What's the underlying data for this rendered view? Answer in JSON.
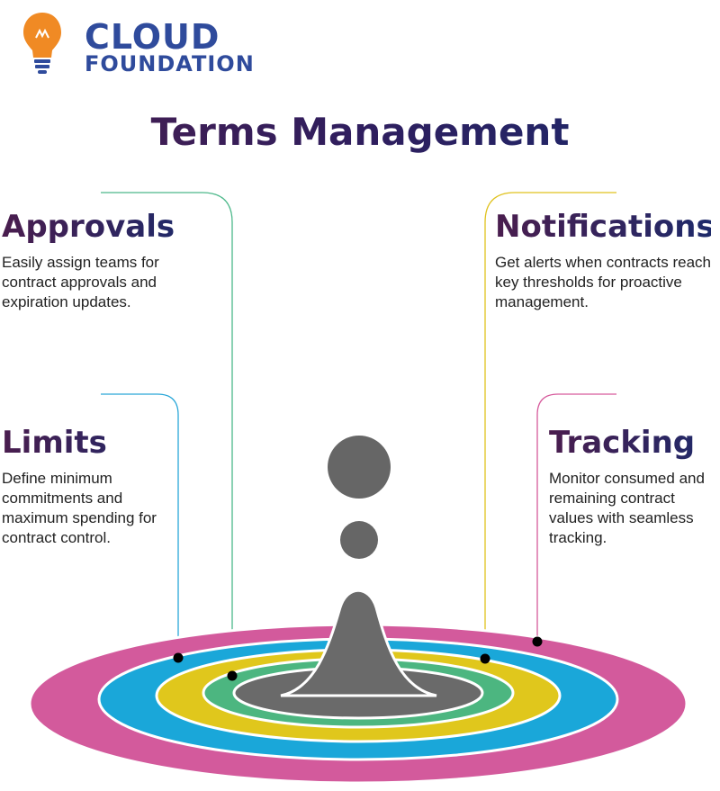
{
  "logo": {
    "line1": "CLOUD",
    "line2": "FOUNDATION",
    "colors": {
      "text": "#2f4b9c",
      "bulb": "#f08a24"
    }
  },
  "title": "Terms Management",
  "sections": {
    "approvals": {
      "heading": "Approvals",
      "text": "Easily assign teams for contract approvals and expiration updates.",
      "line_color": "#4cb88a"
    },
    "notifications": {
      "heading": "Notifications",
      "text": "Get alerts when contracts reach key thresholds for proactive management.",
      "line_color": "#e0c21e"
    },
    "limits": {
      "heading": "Limits",
      "text": "Define minimum commitments and maximum spending for contract control.",
      "line_color": "#2aa7d8"
    },
    "tracking": {
      "heading": "Tracking",
      "text": "Monitor consumed and remaining contract values with seamless tracking.",
      "line_color": "#d65a9c"
    }
  },
  "ring_colors": {
    "outer": "#d35a9c",
    "second": "#1aa7d9",
    "third": "#e0c71c",
    "fourth": "#4cb680",
    "center": "#6a6a6a"
  }
}
